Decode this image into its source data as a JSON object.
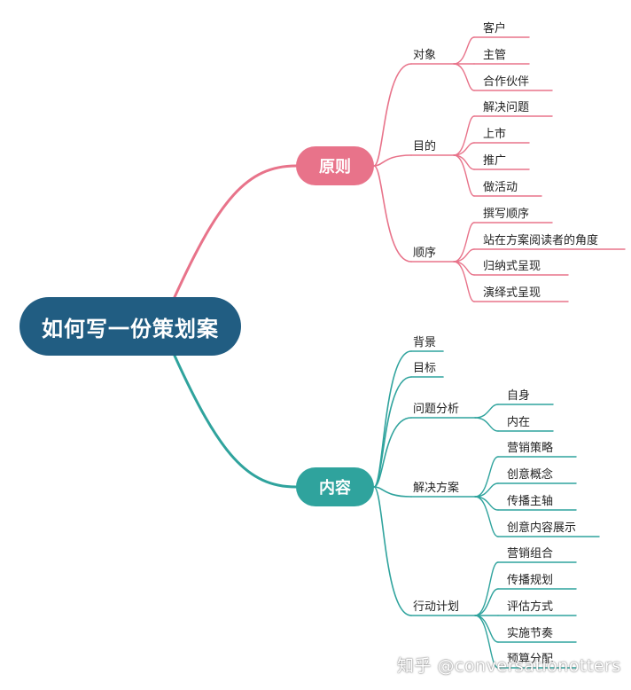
{
  "root": {
    "label": "如何写一份策划案",
    "color": "#215d82"
  },
  "branches": [
    {
      "label": "原则",
      "color": "#e8738a",
      "subtopics": [
        {
          "label": "对象",
          "children": [
            "客户",
            "主管",
            "合作伙伴"
          ]
        },
        {
          "label": "目的",
          "children": [
            "解决问题",
            "上市",
            "推广",
            "做活动"
          ]
        },
        {
          "label": "顺序",
          "children": [
            "撰写顺序",
            "站在方案阅读者的角度",
            "归纳式呈现",
            "演绎式呈现"
          ]
        }
      ]
    },
    {
      "label": "内容",
      "color": "#2fa39d",
      "subtopics": [
        {
          "label": "背景",
          "children": []
        },
        {
          "label": "目标",
          "children": []
        },
        {
          "label": "问题分析",
          "children": [
            "自身",
            "内在"
          ]
        },
        {
          "label": "解决方案",
          "children": [
            "营销策略",
            "创意概念",
            "传播主轴",
            "创意内容展示"
          ]
        },
        {
          "label": "行动计划",
          "children": [
            "营销组合",
            "传播规划",
            "评估方式",
            "实施节奏",
            "预算分配"
          ]
        }
      ]
    }
  ],
  "watermark": "知乎 @conversationotters"
}
